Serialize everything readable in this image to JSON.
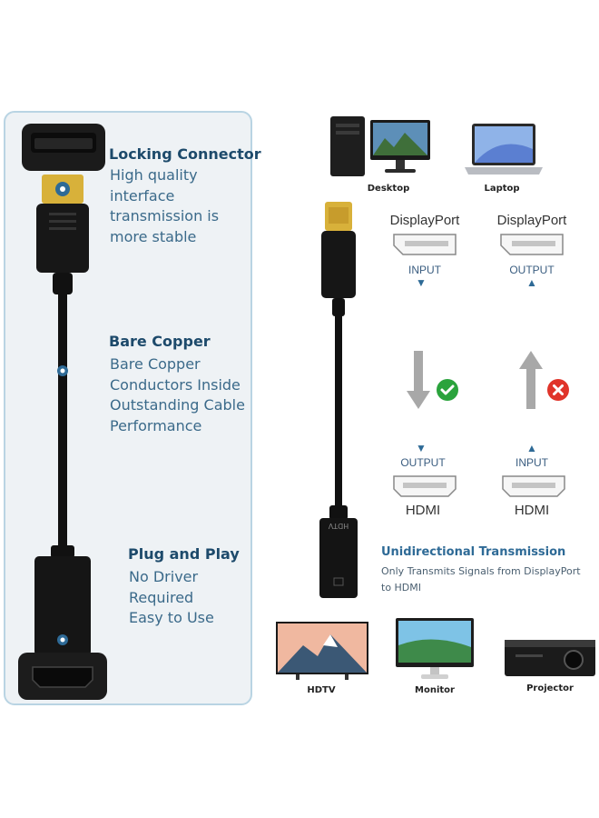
{
  "features": [
    {
      "title": "Locking Connector",
      "desc": [
        "High quality",
        "interface",
        "transmission is",
        "more stable"
      ]
    },
    {
      "title": "Bare Copper",
      "desc": [
        "Bare Copper",
        "Conductors Inside",
        "Outstanding Cable",
        "Performance"
      ]
    },
    {
      "title": "Plug and Play",
      "desc": [
        "No Driver",
        "Required",
        "Easy to Use"
      ]
    }
  ],
  "sources": {
    "desktop": "Desktop",
    "laptop": "Laptop"
  },
  "ports": {
    "dp_left": "DisplayPort",
    "dp_left_dir": "INPUT",
    "dp_right": "DisplayPort",
    "dp_right_dir": "OUTPUT",
    "hdmi_left_dir": "OUTPUT",
    "hdmi_left": "HDMI",
    "hdmi_right_dir": "INPUT",
    "hdmi_right": "HDMI"
  },
  "adapter_text": "HDTV",
  "unidirectional": {
    "title": "Unidirectional Transmission",
    "desc": [
      "Only Transmits Signals from DisplayPort",
      "to HDMI"
    ]
  },
  "displays": {
    "hdtv": "HDTV",
    "monitor": "Monitor",
    "projector": "Projector"
  },
  "colors": {
    "title": "#1d4a6b",
    "desc": "#3b6a8a",
    "ok": "#2aa33c",
    "bad": "#e0342a",
    "accent": "#2e6a96"
  }
}
